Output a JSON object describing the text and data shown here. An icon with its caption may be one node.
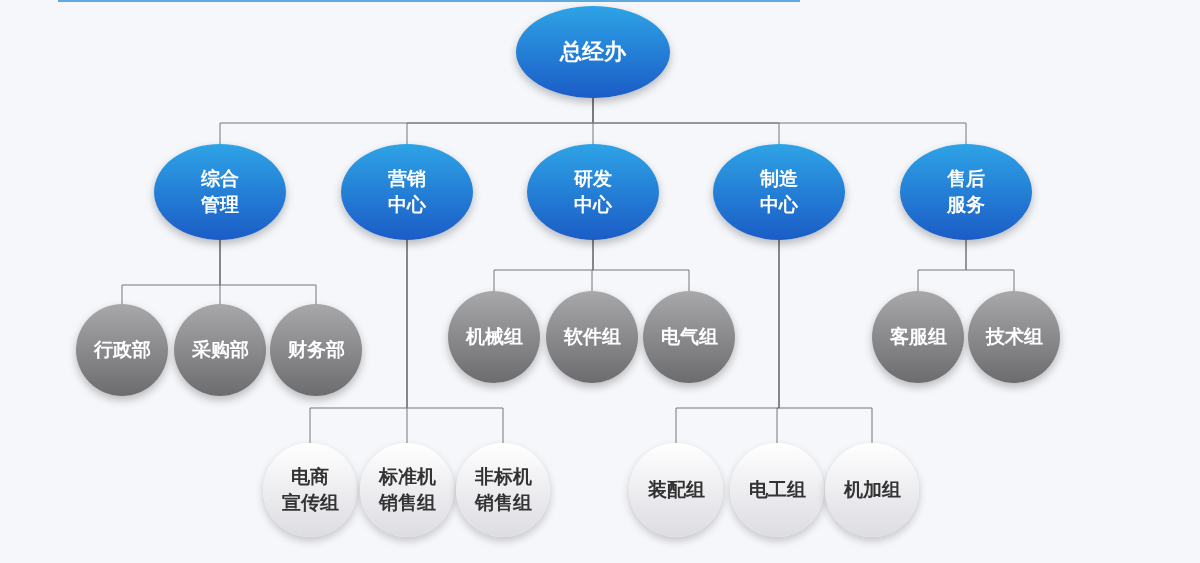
{
  "diagram": {
    "nodes": [
      {
        "text": [
          "总经办"
        ]
      },
      {
        "text": [
          "综合管理"
        ]
      },
      {
        "text": [
          "营销中心"
        ]
      },
      {
        "text": [
          "研发中心"
        ]
      },
      {
        "text": [
          "制造中心"
        ]
      },
      {
        "text": [
          "售后服务"
        ]
      },
      {
        "text": [
          "行政部"
        ]
      },
      {
        "text": [
          "采购部"
        ]
      },
      {
        "text": [
          "财务部"
        ]
      },
      {
        "text": [
          "机械组"
        ]
      },
      {
        "text": [
          "软件组"
        ]
      },
      {
        "text": [
          "电气组"
        ]
      },
      {
        "text": [
          "客服组"
        ]
      },
      {
        "text": [
          "技术组"
        ]
      },
      {
        "text": [
          "电商宣传组"
        ]
      },
      {
        "text": [
          "标准机销售组"
        ]
      },
      {
        "text": [
          "非标机销售组"
        ]
      },
      {
        "text": [
          "装配组"
        ]
      },
      {
        "text": [
          "电工组"
        ]
      },
      {
        "text": [
          "机加组"
        ]
      }
    ],
    "edges": [
      {
        "from": 0,
        "to": 1,
        "arrow": "none"
      },
      {
        "from": 0,
        "to": 2,
        "arrow": "none"
      },
      {
        "from": 0,
        "to": 3,
        "arrow": "none"
      },
      {
        "from": 0,
        "to": 4,
        "arrow": "none"
      },
      {
        "from": 0,
        "to": 5,
        "arrow": "none"
      },
      {
        "from": 1,
        "to": 6,
        "arrow": "none"
      },
      {
        "from": 1,
        "to": 7,
        "arrow": "none"
      },
      {
        "from": 1,
        "to": 8,
        "arrow": "none"
      },
      {
        "from": 3,
        "to": 9,
        "arrow": "none"
      },
      {
        "from": 3,
        "to": 10,
        "arrow": "none"
      },
      {
        "from": 3,
        "to": 11,
        "arrow": "none"
      },
      {
        "from": 5,
        "to": 12,
        "arrow": "none"
      },
      {
        "from": 5,
        "to": 13,
        "arrow": "none"
      },
      {
        "from": 2,
        "to": 14,
        "arrow": "none"
      },
      {
        "from": 2,
        "to": 15,
        "arrow": "none"
      },
      {
        "from": 2,
        "to": 16,
        "arrow": "none"
      },
      {
        "from": 4,
        "to": 17,
        "arrow": "none"
      },
      {
        "from": 4,
        "to": 18,
        "arrow": "none"
      },
      {
        "from": 4,
        "to": 19,
        "arrow": "none"
      }
    ]
  }
}
